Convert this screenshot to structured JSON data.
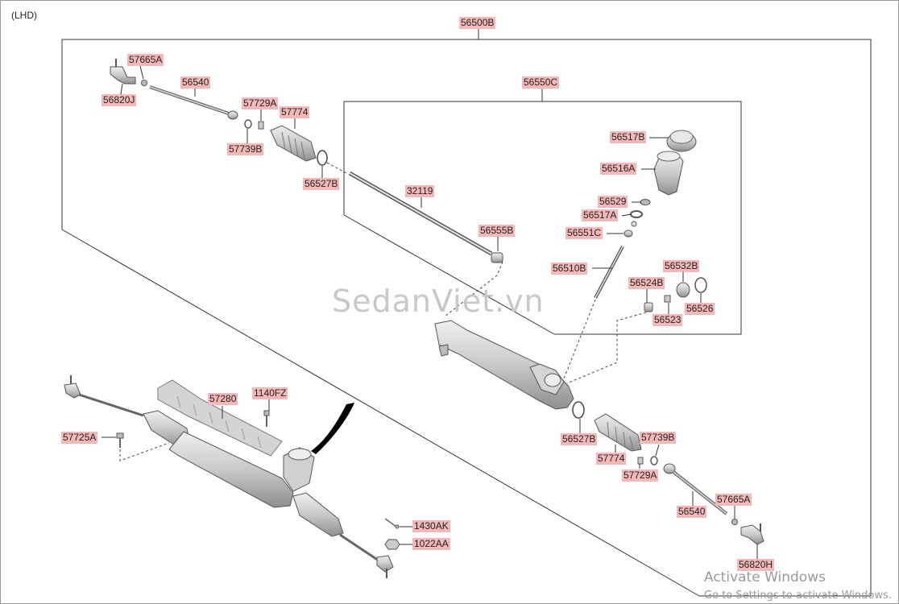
{
  "header": {
    "variant": "(LHD)"
  },
  "watermark": "SedanViet.vn",
  "activation": {
    "title": "Activate Windows",
    "subtitle": "Go to Settings to activate Windows."
  },
  "labels": {
    "l56500B": "56500B",
    "l56550C": "56550C",
    "l57665A_top": "57665A",
    "l56820J": "56820J",
    "l56540_top": "56540",
    "l57729A_top": "57729A",
    "l57774_top": "57774",
    "l57739B_top": "57739B",
    "l56527B_top": "56527B",
    "l32119": "32119",
    "l56555B": "56555B",
    "l56517B": "56517B",
    "l56516A": "56516A",
    "l56529": "56529",
    "l56517A": "56517A",
    "l56551C": "56551C",
    "l56510B": "56510B",
    "l56532B": "56532B",
    "l56524B": "56524B",
    "l56526": "56526",
    "l56523": "56523",
    "l56527B_bot": "56527B",
    "l57739B_bot": "57739B",
    "l57774_bot": "57774",
    "l57729A_bot": "57729A",
    "l57665A_bot": "57665A",
    "l56540_bot": "56540",
    "l56820H": "56820H",
    "l57280": "57280",
    "l1140FZ": "1140FZ",
    "l57725A": "57725A",
    "l1430AK": "1430AK",
    "l1022AA": "1022AA"
  },
  "colors": {
    "label_bg": "#f4b8b8",
    "part_fill": "#d9d9d9",
    "part_dark": "#9a9a9a",
    "line": "#333333"
  }
}
